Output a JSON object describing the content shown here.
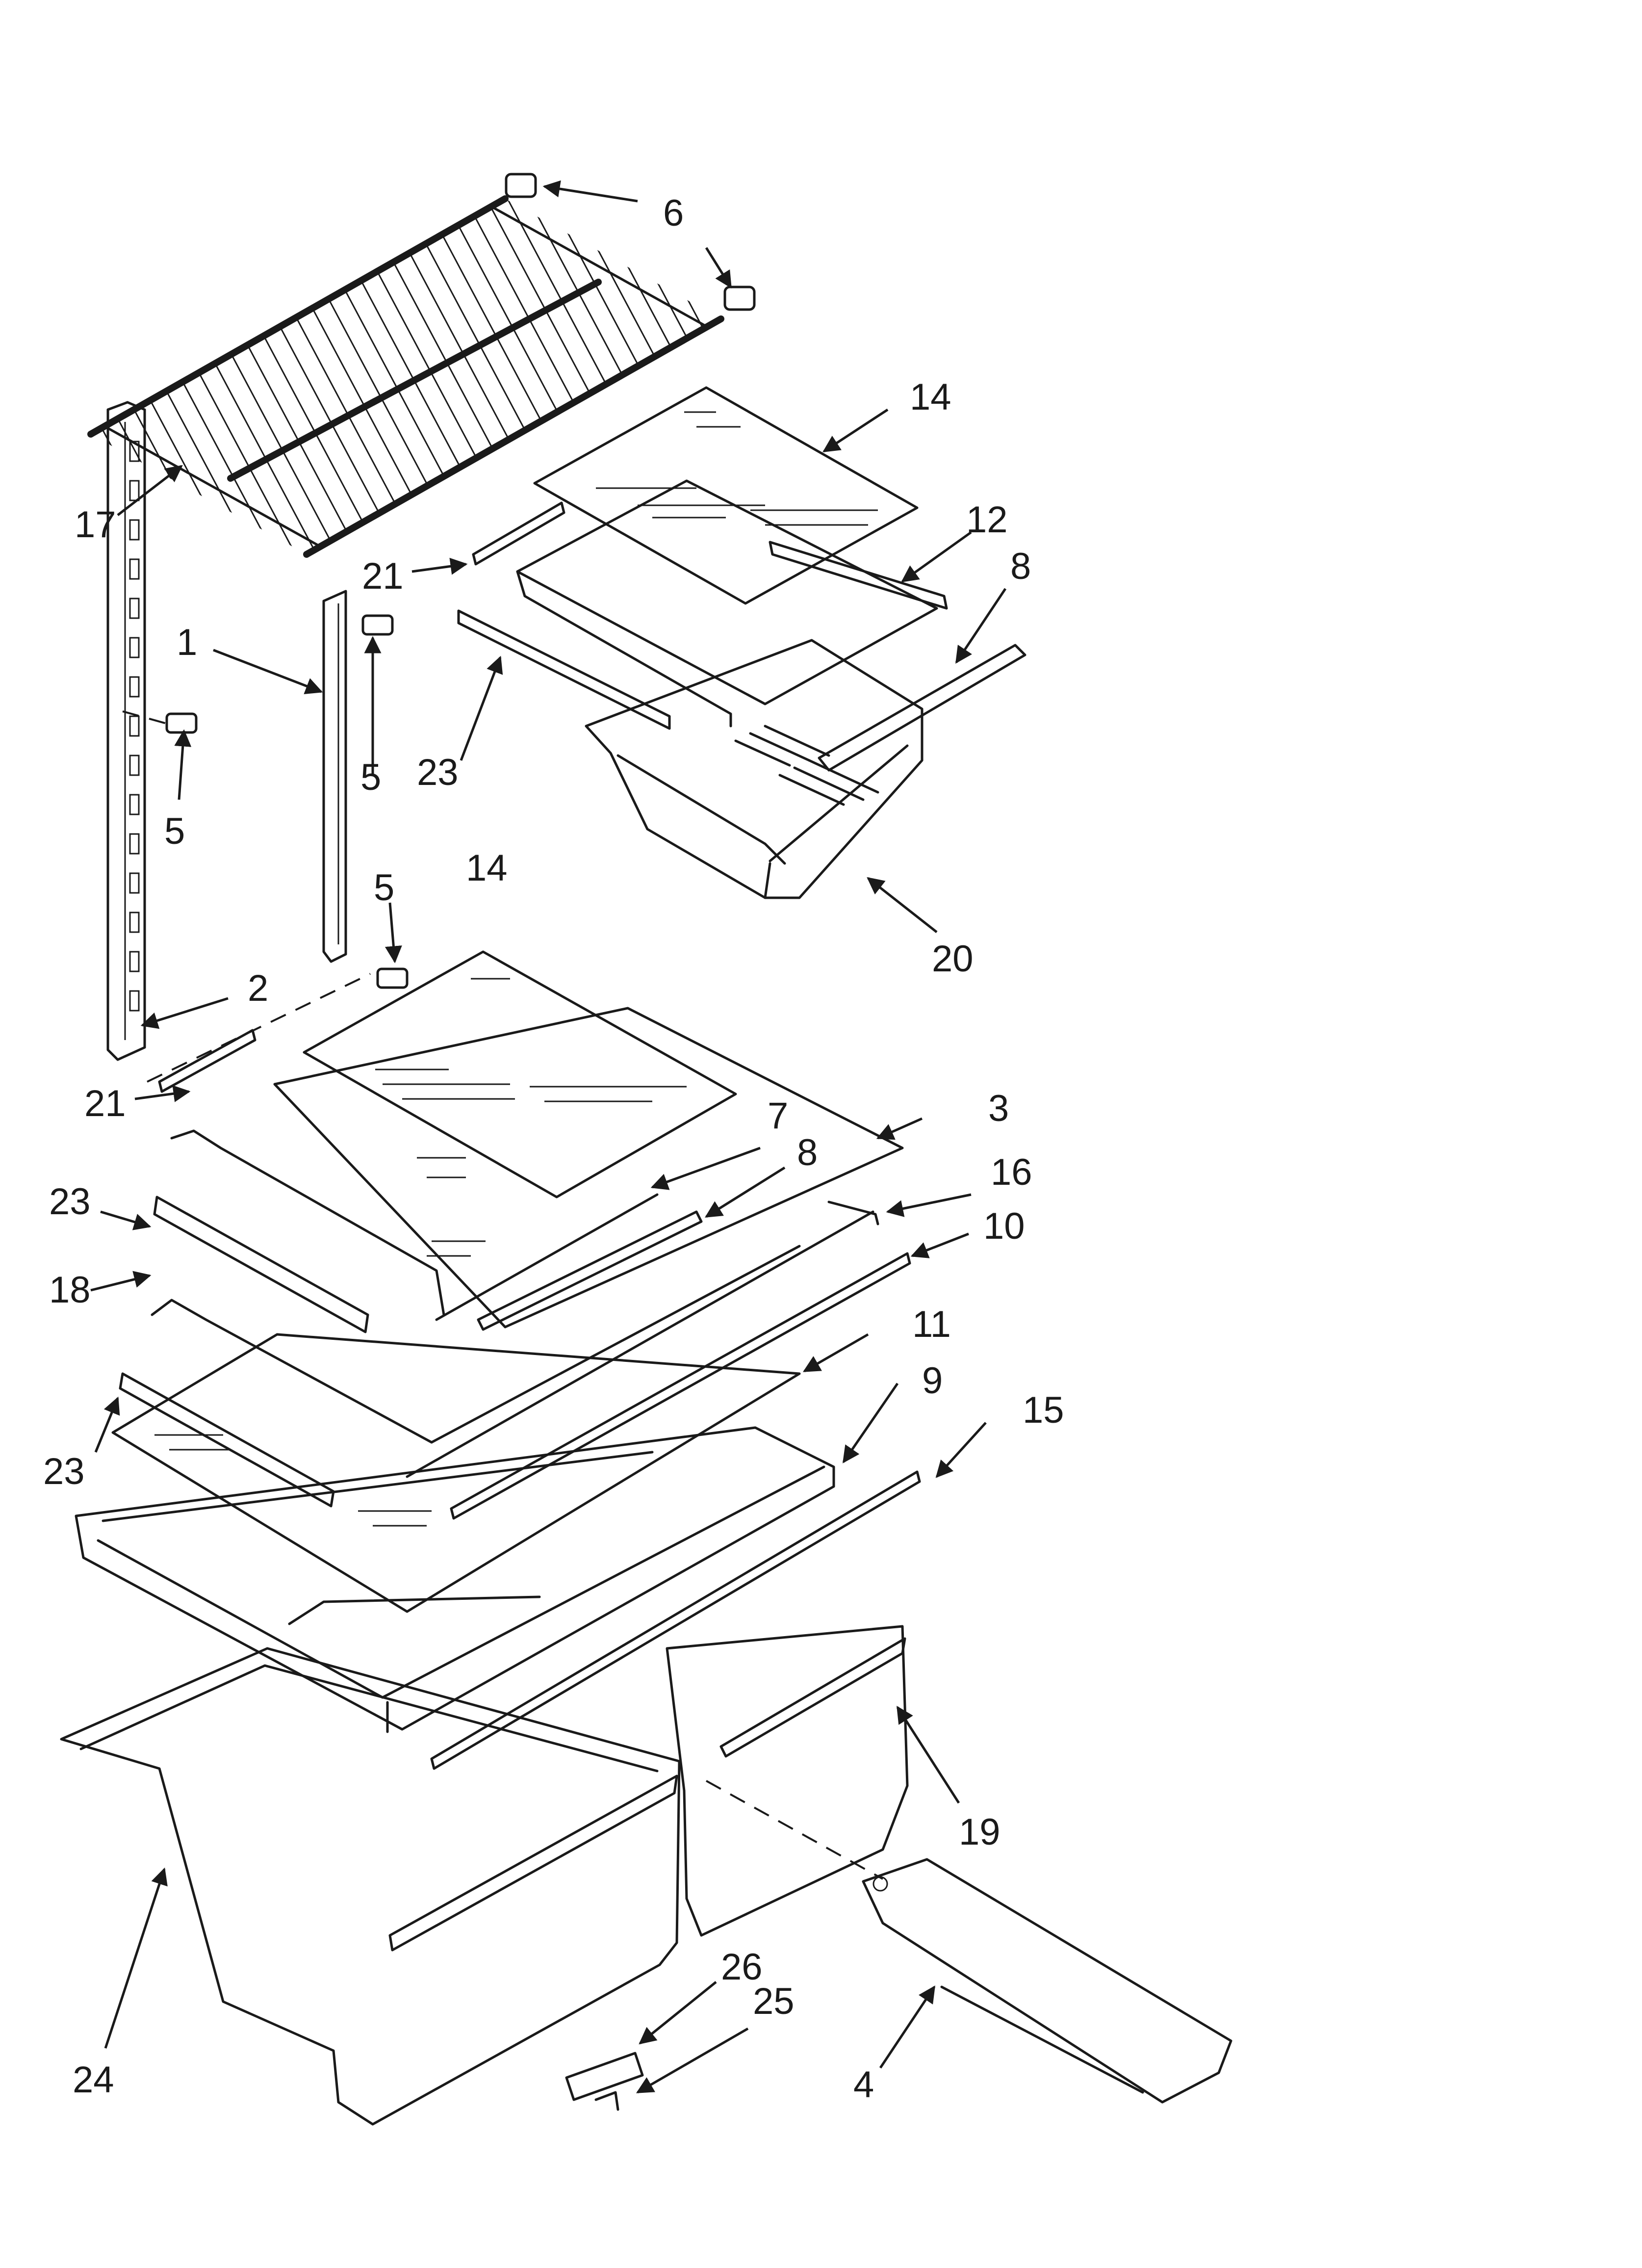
{
  "parts": {
    "p1": "1",
    "p2": "2",
    "p3": "3",
    "p4": "4",
    "p5a": "5",
    "p5b": "5",
    "p5c": "5",
    "p6": "6",
    "p7": "7",
    "p8a": "8",
    "p8b": "8",
    "p9": "9",
    "p10": "10",
    "p11": "11",
    "p12": "12",
    "p14a": "14",
    "p14b": "14",
    "p15": "15",
    "p16": "16",
    "p17": "17",
    "p18": "18",
    "p19": "19",
    "p20": "20",
    "p21a": "21",
    "p21b": "21",
    "p23a": "23",
    "p23b": "23",
    "p23c": "23",
    "p24": "24",
    "p25": "25",
    "p26": "26"
  },
  "colors": {
    "line": "#1a1a1a",
    "background": "#ffffff"
  }
}
